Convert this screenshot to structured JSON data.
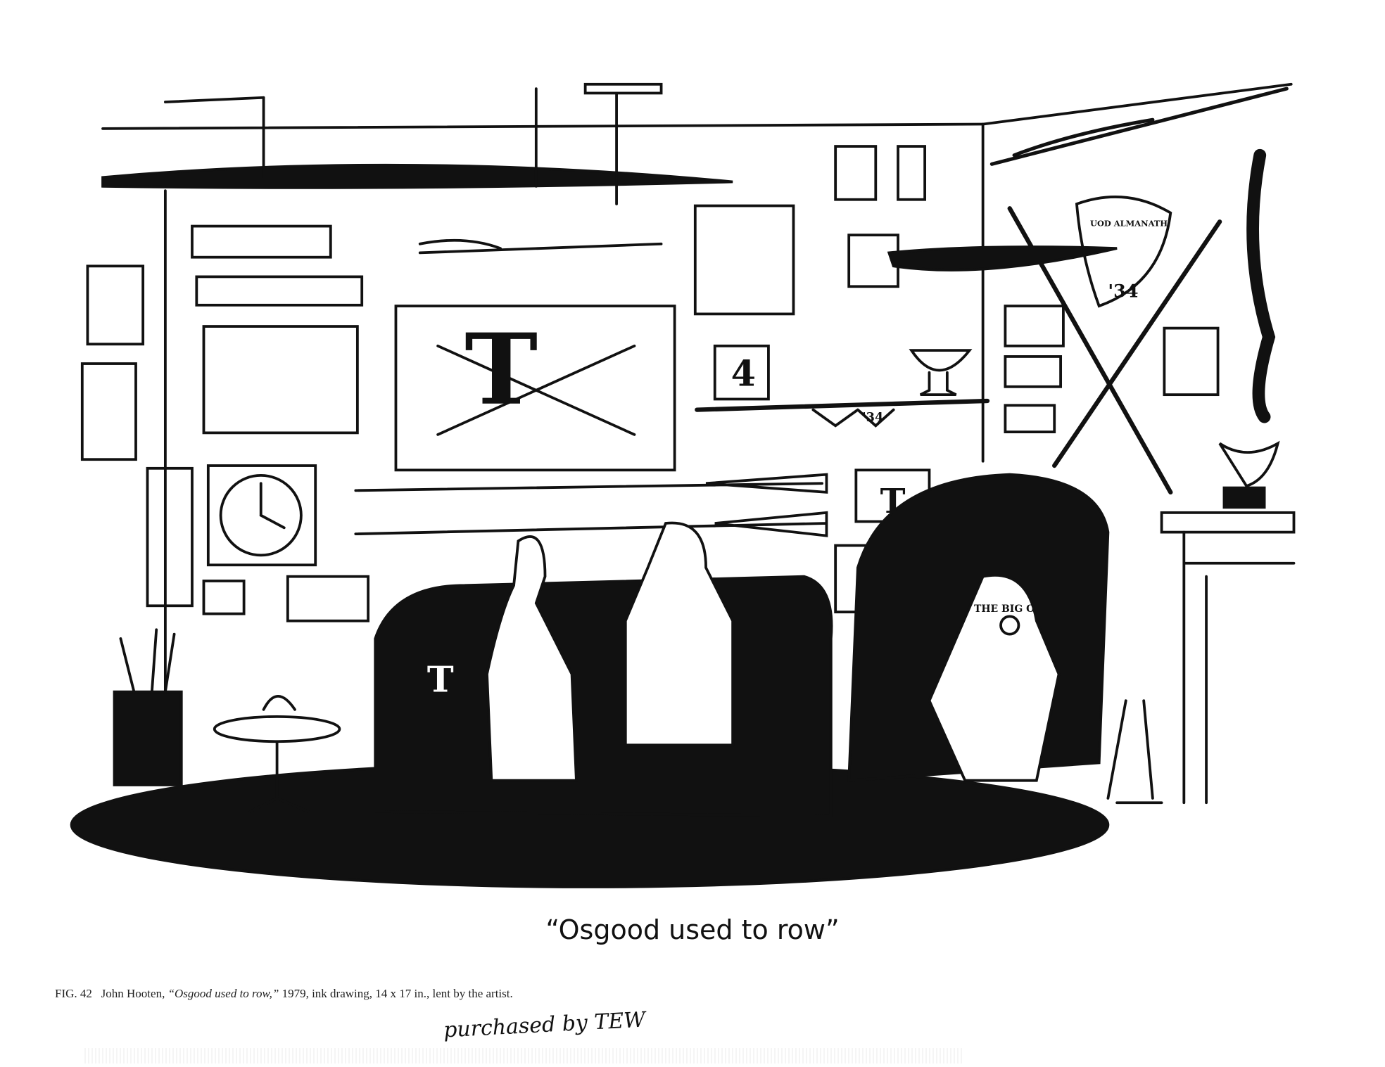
{
  "cartoon": {
    "caption": "“Osgood used to row”",
    "drawing_text": {
      "number_plaque": "4",
      "pennant_t": "T",
      "pennant_year": "'34",
      "shield_year": "'34",
      "framed_t": "T",
      "cushion_t": "T",
      "shirt_text": "THE BIG O",
      "shield_text": "UOD ALMANATH"
    }
  },
  "figure_caption": {
    "fig_label": "FIG. 42",
    "artist": "John Hooten,",
    "title": "“Osgood used to row,”",
    "details": "1979, ink drawing, 14 x 17 in., lent by the artist."
  },
  "annotation": {
    "handwritten_note": "purchased by TEW"
  }
}
